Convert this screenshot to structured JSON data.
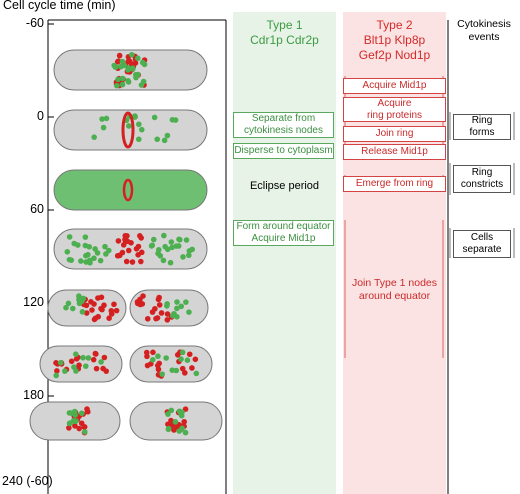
{
  "axis": {
    "title": "Cell cycle time (min)",
    "ticks": [
      "-60",
      "0",
      "60",
      "120",
      "180",
      "240 (-60)"
    ]
  },
  "type1": {
    "title_line1": "Type 1",
    "title_line2": "Cdr1p Cdr2p",
    "events": [
      {
        "line1": "Separate from",
        "line2": "cytokinesis nodes"
      },
      {
        "line1": "Disperse to cytoplasm",
        "line2": ""
      },
      {
        "line1": "Form around equator",
        "line2": "Acquire Mid1p"
      }
    ]
  },
  "eclipse_label": "Eclipse period",
  "type2": {
    "title_line1": "Type 2",
    "title_line2": "Blt1p Klp8p",
    "title_line3": "Gef2p Nod1p",
    "events": [
      {
        "line1": "Acquire Mid1p",
        "line2": ""
      },
      {
        "line1": "Acquire",
        "line2": "ring proteins"
      },
      {
        "line1": "Join ring",
        "line2": ""
      },
      {
        "line1": "Release Mid1p",
        "line2": ""
      },
      {
        "line1": "Emerge from ring",
        "line2": ""
      },
      {
        "line1": "Join Type 1 nodes",
        "line2": "around equator"
      }
    ]
  },
  "cytokinesis": {
    "title_line1": "Cytokinesis",
    "title_line2": "events",
    "events": [
      {
        "line1": "Ring",
        "line2": "forms"
      },
      {
        "line1": "Ring",
        "line2": "constricts"
      },
      {
        "line1": "Cells",
        "line2": "separate"
      }
    ]
  },
  "colors": {
    "type1_band": "#e6f3e6",
    "type2_band": "#fbe3e3",
    "green_node": "#4caf50",
    "red_node": "#d42020",
    "cell_fill": "#d4d4d4",
    "cell_green_fill": "#6fbf73"
  }
}
